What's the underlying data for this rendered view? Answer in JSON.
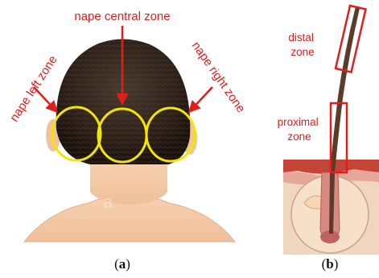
{
  "panel_a": {
    "labels": {
      "central": "nape central zone",
      "left": "nape left zone",
      "right": "nape right zone"
    },
    "caption_open": "(",
    "caption_letter": "a",
    "caption_close": ")",
    "watermark": "a"
  },
  "panel_b": {
    "labels": {
      "distal_line1": "distal",
      "distal_line2": "zone",
      "proximal_line1": "proximal",
      "proximal_line2": "zone"
    },
    "caption_open": "(",
    "caption_letter": "b",
    "caption_close": ")"
  },
  "colors": {
    "annotation_red": "#e11d1d",
    "zone_circle_yellow": "#f2e600",
    "skin": "#f2c9a6",
    "hair": "#2a1e16"
  }
}
